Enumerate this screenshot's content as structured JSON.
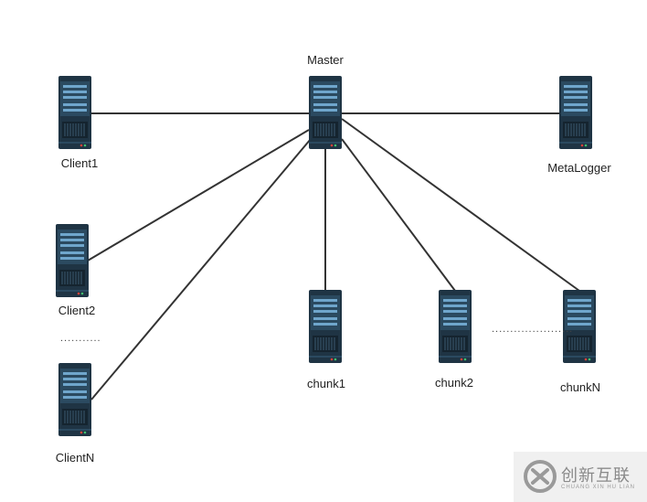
{
  "nodes": {
    "master": "Master",
    "metalogger": "MetaLogger",
    "client1": "Client1",
    "client2": "Client2",
    "clientN": "ClientN",
    "chunk1": "chunk1",
    "chunk2": "chunk2",
    "chunkN": "chunkN"
  },
  "ellipsis": {
    "clients": "...........",
    "chunks": "......................"
  },
  "watermark": {
    "brand_cn": "创新互联",
    "brand_en": "CHUANG XIN HU LIAN"
  },
  "colors": {
    "server_dark": "#1f3444",
    "server_panel": "#2b4a60",
    "server_drive": "#6fa6cc",
    "link_line": "#333333",
    "led_red": "#e0433b",
    "led_green": "#3fbf6f"
  },
  "icons": [
    "server-icon",
    "brand-logo-icon"
  ]
}
